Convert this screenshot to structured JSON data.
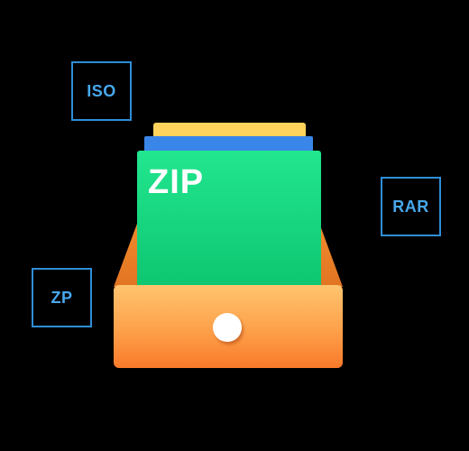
{
  "tags": {
    "iso": "ISO",
    "rar": "RAR",
    "zp": "ZP"
  },
  "archive": {
    "label": "ZIP"
  },
  "colors": {
    "background": "#000000",
    "tag_border": "#2f8ed6",
    "tag_text": "#48a8ec",
    "folder_green": "#1fd986",
    "folder_blue": "#3a86e8",
    "folder_yellow": "#ffd35c",
    "drawer_orange": "#fb8a35",
    "drawer_light": "#ffc46e"
  },
  "icons": {
    "main": "archive-drawer-icon",
    "knob": "drawer-knob-icon"
  }
}
